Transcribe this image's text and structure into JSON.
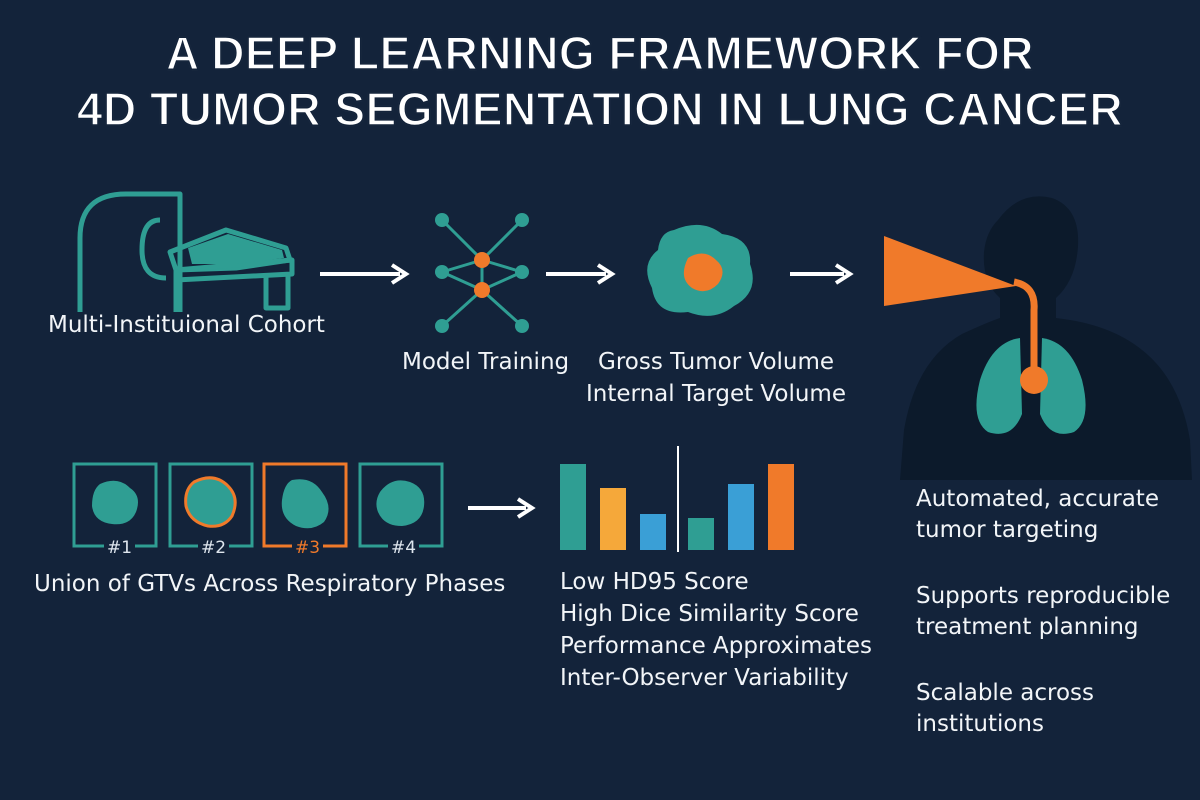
{
  "title": {
    "line1": "A DEEP LEARNING FRAMEWORK FOR",
    "line2": "4D TUMOR  SEGMENTATION IN LUNG CANCER"
  },
  "pipeline": {
    "cohort_label": "Multi-Instituional Cohort",
    "training_label": "Model Training",
    "volume_line1": "Gross Tumor Volume",
    "volume_line2": "Internal Target Volume"
  },
  "phases": {
    "items": [
      "#1",
      "#2",
      "#3",
      "#4"
    ],
    "highlighted_index": 2,
    "caption": "Union of GTVs Across Respiratory Phases"
  },
  "results": {
    "lines": [
      "Low HD95 Score",
      "High Dice Similarity Score",
      "Performance Approximates",
      "Inter-Observer Variability"
    ]
  },
  "benefits": [
    {
      "line1": "Automated, accurate",
      "line2": "tumor targeting"
    },
    {
      "line1": "Supports reproducible",
      "line2": "treatment planning"
    },
    {
      "line1": "Scalable across",
      "line2": "institutions"
    }
  ],
  "colors": {
    "background": "#13233a",
    "teal": "#2f9e93",
    "orange": "#f07a2a",
    "blue": "#3a9fd6",
    "yellow": "#f5a83a",
    "silhouette": "#0c1a2b"
  },
  "icons": [
    "ct-scanner-icon",
    "neural-network-icon",
    "tumor-icon",
    "patient-silhouette-icon",
    "lungs-icon",
    "radiation-beam-icon",
    "bar-chart-icon"
  ]
}
